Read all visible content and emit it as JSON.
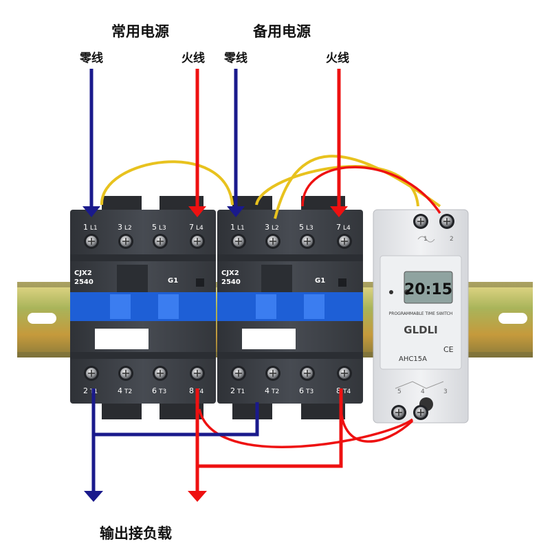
{
  "labels": {
    "primary_power": "常用电源",
    "backup_power": "备用电源",
    "neutral": "零线",
    "live": "火线",
    "output_load": "输出接负载"
  },
  "contactor": {
    "model": "CJX2",
    "code": "2540",
    "group": "G1",
    "top_terminals": [
      {
        "num": "1",
        "name": "L1"
      },
      {
        "num": "3",
        "name": "L2"
      },
      {
        "num": "5",
        "name": "L3"
      },
      {
        "num": "7",
        "name": "L4"
      }
    ],
    "bottom_terminals": [
      {
        "num": "2",
        "name": "T1"
      },
      {
        "num": "4",
        "name": "T2"
      },
      {
        "num": "6",
        "name": "T3"
      },
      {
        "num": "8",
        "name": "T4"
      }
    ]
  },
  "timer": {
    "display": "20:15",
    "caption": "PROGRAMMABLE TIME SWITCH",
    "brand": "GLDLI",
    "model": "AHC15A",
    "mark": "CE",
    "top_terms": [
      "1",
      "2"
    ],
    "bottom_terms": [
      "5",
      "4",
      "3"
    ]
  },
  "colors": {
    "neutral_wire": "#1a1a8c",
    "live_wire": "#ee1111",
    "yellow_wire": "#e8c21e",
    "contactor_body": "#3f434a",
    "contactor_blue": "#1e5fd6",
    "rail": "#b89a3a"
  }
}
